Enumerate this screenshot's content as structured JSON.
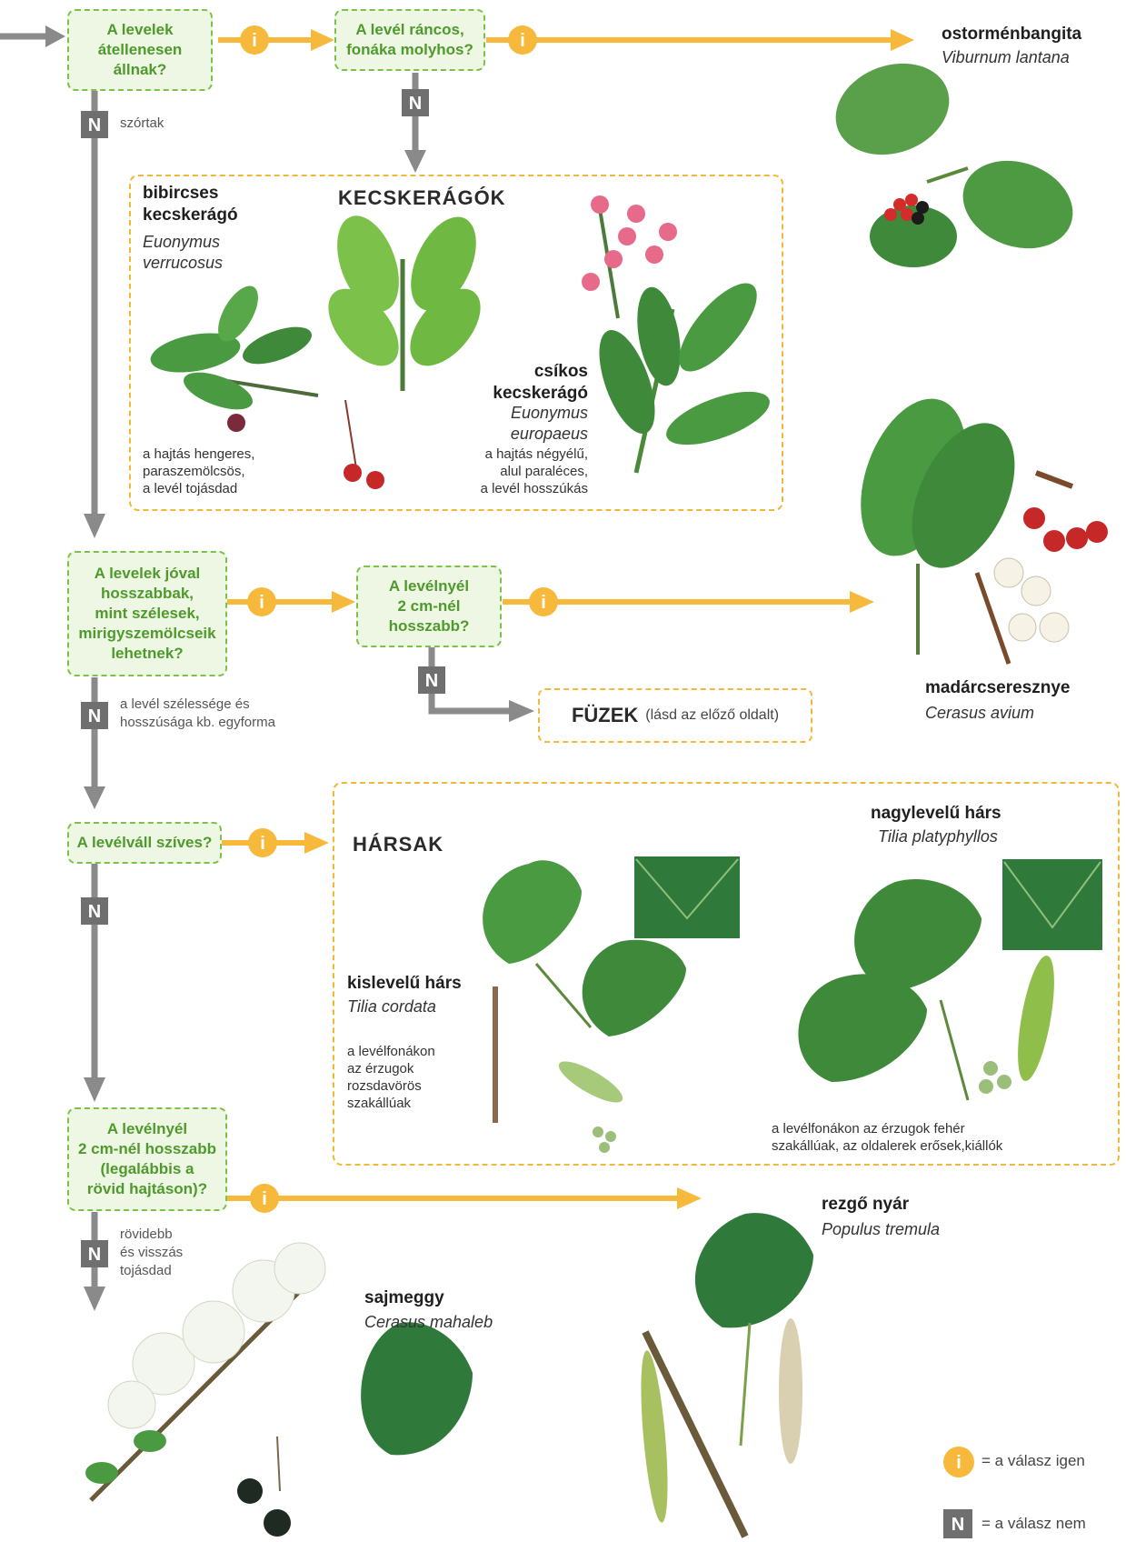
{
  "questions": {
    "q1": "A levelek\nátellenesen\nállnak?",
    "q2": "A levél ráncos,\nfonáka molyhos?",
    "q3": "A levelek jóval\nhosszabbak,\nmint szélesek,\nmirigyszemölcseik\nlehetnek?",
    "q4": "A levélnyél\n2 cm-nél\nhosszabb?",
    "q5": "A  levélváll szíves?",
    "q6": "A levélnyél\n2 cm-nél hosszabb\n(legalábbis a\nrövid hajtáson)?"
  },
  "notes": {
    "szortak": "szórtak",
    "szelesseg": "a levél szélessége és\nhosszúsága kb. egyforma",
    "rovidebb": "rövidebb\nés visszás\ntojásdad"
  },
  "badges": {
    "yes": "i",
    "no": "N"
  },
  "groups": {
    "kecskeragok": {
      "title": "KECSKERÁGÓK",
      "bibircses_name": "bibircses\nkecskerágó",
      "bibircses_latin": "Euonymus\nverrucosus",
      "bibircses_desc": "a hajtás hengeres,\nparaszemölcsös,\na levél tojásdad",
      "csikos_name": "csíkos\nkecskerágó",
      "csikos_latin": "Euonymus\neuropaeus",
      "csikos_desc": "a hajtás négyélű,\nalul paraléces,\na levél hosszúkás"
    },
    "harsak": {
      "title": "HÁRSAK",
      "kis_name": "kislevelű hárs",
      "kis_latin": "Tilia cordata",
      "kis_desc": "a levélfonákon\naz érzugok\nrozsdavörös\nszakállúak",
      "nagy_name": "nagylevelű hárs",
      "nagy_latin": "Tilia platyphyllos",
      "nagy_desc": "a levélfonákon az érzugok fehér\nszakállúak, az oldalerek erősek,kiállók"
    }
  },
  "species": {
    "ostormenbangita": {
      "name": "ostorménbangita",
      "latin": "Viburnum lantana"
    },
    "madarcseresznye": {
      "name": "madárcseresznye",
      "latin": "Cerasus avium"
    },
    "rezgo_nyar": {
      "name": "rezgő nyár",
      "latin": "Populus tremula"
    },
    "sajmeggy": {
      "name": "sajmeggy",
      "latin": "Cerasus mahaleb"
    }
  },
  "fuzek": {
    "title": "FÜZEK",
    "ref": "(lásd az előző oldalt)"
  },
  "legend": {
    "yes": "= a válasz igen",
    "no": "= a válasz nem"
  },
  "colors": {
    "yes_arrow": "#f6b93b",
    "no_arrow": "#8a8a8a",
    "question_border": "#7cc24a",
    "question_text": "#4f9a2c",
    "group_border": "#f4b73a",
    "leaf": "#3f8a3a"
  }
}
